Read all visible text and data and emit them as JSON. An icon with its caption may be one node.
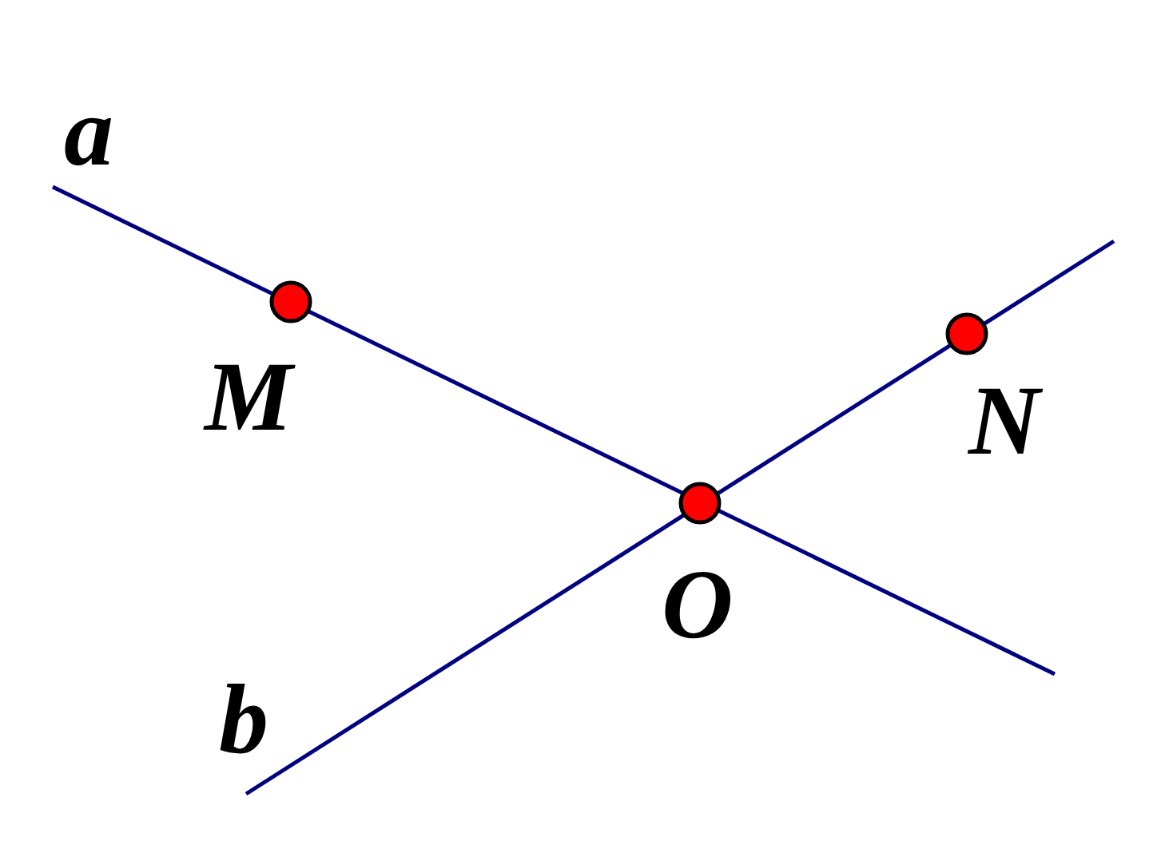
{
  "diagram": {
    "labels": [
      "a",
      "M",
      "N",
      "O",
      "b"
    ]
  }
}
